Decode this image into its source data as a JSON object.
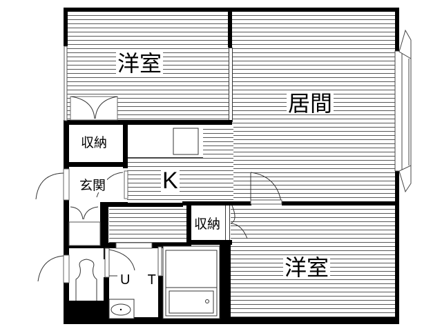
{
  "floorplan": {
    "rooms": [
      {
        "id": "western-room-north",
        "label": "洋室"
      },
      {
        "id": "living-room",
        "label": "居間"
      },
      {
        "id": "storage-west",
        "label": "収納"
      },
      {
        "id": "kitchen",
        "label": "K"
      },
      {
        "id": "entrance",
        "label": "玄関"
      },
      {
        "id": "storage-center",
        "label": "収納"
      },
      {
        "id": "utility-toilet",
        "label": "U T"
      },
      {
        "id": "western-room-south",
        "label": "洋室"
      }
    ],
    "colors": {
      "wall": "#000000",
      "floor_hatch": "#555555",
      "background": "#ffffff"
    }
  }
}
